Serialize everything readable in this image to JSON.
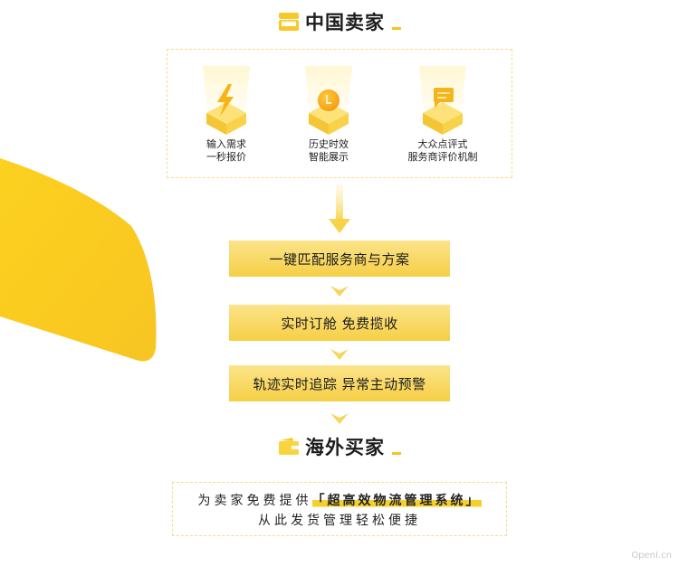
{
  "colors": {
    "accent_yellow": "#f6cf2c",
    "step_gradient_top": "#fbe48a",
    "step_gradient_bottom": "#f6cf45",
    "dashed_border": "#f3dd8a",
    "text_dark": "#1c1c1c"
  },
  "seller": {
    "title": "中国卖家",
    "icon": "storefront-icon"
  },
  "features": [
    {
      "icon": "lightning-icon",
      "line1": "输入需求",
      "line2": "一秒报价"
    },
    {
      "icon": "clock-icon",
      "line1": "历史时效",
      "line2": "智能展示"
    },
    {
      "icon": "chat-bubble-icon",
      "line1": "大众点评式",
      "line2": "服务商评价机制"
    }
  ],
  "steps": [
    {
      "label": "一键匹配服务商与方案"
    },
    {
      "label": "实时订舱 免费揽收"
    },
    {
      "label": "轨迹实时追踪 异常主动预警"
    }
  ],
  "buyer": {
    "title": "海外买家",
    "icon": "wallet-icon"
  },
  "footer": {
    "line1_prefix": "为卖家免费提供",
    "line1_highlight": "「超高效物流管理系统」",
    "line2": "从此发货管理轻松便捷"
  },
  "watermark": "OpenI.cn"
}
